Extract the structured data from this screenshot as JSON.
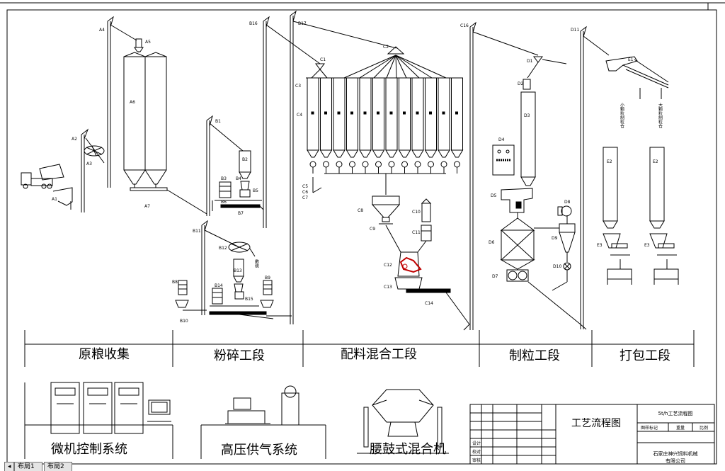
{
  "sections": [
    "原粮收集",
    "粉碎工段",
    "配料混合工段",
    "制粒工段",
    "打包工段"
  ],
  "bottom_labels": [
    "微机控制系统",
    "高压供气系统",
    "腰鼓式混合机"
  ],
  "title_block": {
    "drawing_name": "工艺流程图",
    "title": "5t/h工艺流程图",
    "company_line1": "石家庄神兴饲料机械",
    "company_line2": "有限公司",
    "row_labels": [
      "图样标记",
      "重量",
      "比例"
    ],
    "sign_labels": [
      "设计",
      "校对",
      "审核"
    ]
  },
  "tabs": [
    "布局1",
    "布局2"
  ],
  "equipment_labels": {
    "A1": "A1",
    "A2": "A2",
    "A3": "A3",
    "A4": "A4",
    "A5": "A5",
    "A6": "A6",
    "A7": "A7",
    "B1": "B1",
    "B2": "B2",
    "B3": "B3",
    "B4": "B4",
    "B5": "B5",
    "B6": "B6",
    "B7": "B7",
    "B8": "B8",
    "B9": "B9",
    "B10": "B10",
    "B11": "B11",
    "B12": "B12",
    "B13": "B13",
    "B14": "B14",
    "B15": "B15",
    "B16": "B16",
    "B17": "B17",
    "C1": "C1",
    "C2": "C2",
    "C3": "C3",
    "C4": "C4",
    "C5": "C5",
    "C6": "C6",
    "C7": "C7",
    "C8": "C8",
    "C9": "C9",
    "C10": "C10",
    "C11": "C11",
    "C12": "C12",
    "C13": "C13",
    "C14": "C14",
    "C16": "C16",
    "D1": "D1",
    "D2": "D2",
    "D3": "D3",
    "D4": "D4",
    "D5": "D5",
    "D6": "D6",
    "D7": "D7",
    "D8": "D8",
    "D9": "D9",
    "D10": "D10",
    "D11": "D11",
    "E1": "E1",
    "E2": "E2",
    "E3": "E3"
  },
  "annotations": {
    "small_pellet": "小颗粒制粒仓",
    "big_pellet": "大颗粒制粒仓",
    "bulk": "散装"
  }
}
